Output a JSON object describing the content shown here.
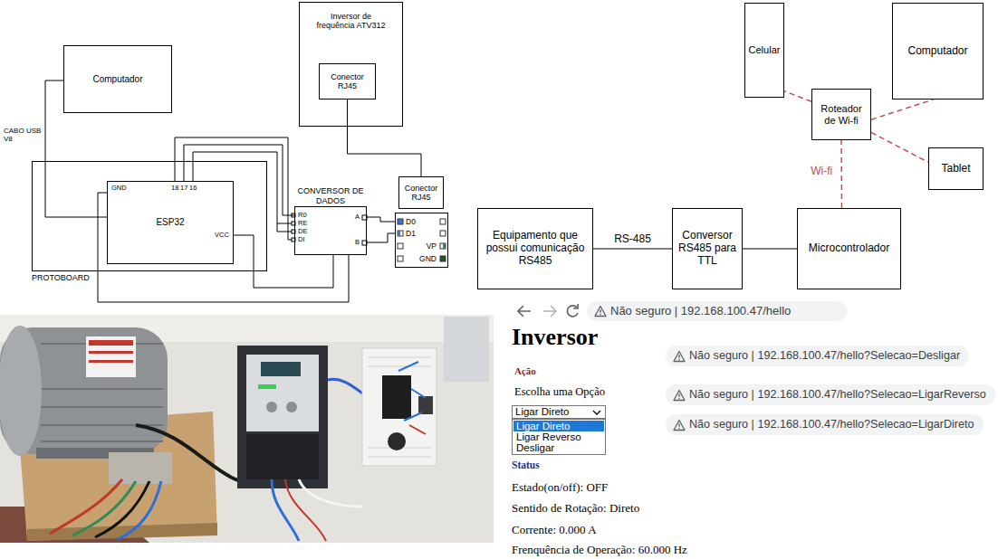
{
  "diagram": {
    "nodes": [
      {
        "text": [
          "Computador"
        ]
      },
      {
        "text": [
          "Inversor de frequência ATV312"
        ]
      },
      {
        "text": [
          "Conector RJ45"
        ],
        "in": 1
      },
      {
        "text": [
          "PROTOBOARD"
        ]
      },
      {
        "text": [
          "ESP32"
        ],
        "in": 3
      },
      {
        "text": [
          "CONVERSOR DE DADOS"
        ]
      },
      {
        "text": [
          "Conector RJ45"
        ]
      },
      {
        "text": [
          "D0",
          "D1",
          "VP",
          "GND"
        ]
      },
      {
        "text": [
          "Celular"
        ]
      },
      {
        "text": [
          "Computador"
        ]
      },
      {
        "text": [
          "Roteador de Wi-fi"
        ]
      },
      {
        "text": [
          "Tablet"
        ]
      },
      {
        "text": [
          "Equipamento que possui comunicação RS485"
        ]
      },
      {
        "text": [
          "Conversor RS485 para TTL"
        ]
      },
      {
        "text": [
          "Microcontrolador"
        ]
      },
      {
        "text": [
          "Não seguro | 192.168.100.47/hello"
        ]
      },
      {
        "text": [
          "Não seguro | 192.168.100.47/hello?Selecao=Desligar"
        ]
      },
      {
        "text": [
          "Não seguro | 192.168.100.47/hello?Selecao=LigarReverso"
        ]
      },
      {
        "text": [
          "Não seguro | 192.168.100.47/hello?Selecao=LigarDireto"
        ]
      },
      {
        "text": [
          "Ligar Direto"
        ]
      },
      {
        "text": [
          "Ligar Direto",
          "Ligar Reverso",
          "Desligar"
        ]
      }
    ],
    "edges": [
      {
        "from": 0,
        "to": 4,
        "arrow": "none"
      },
      {
        "from": 4,
        "to": 5,
        "arrow": "none"
      },
      {
        "from": 5,
        "to": 7,
        "arrow": "none"
      },
      {
        "from": 5,
        "to": 7,
        "arrow": "none"
      },
      {
        "from": 2,
        "to": 6,
        "arrow": "none"
      },
      {
        "from": 12,
        "to": 13,
        "label": "RS-485",
        "arrow": "none"
      },
      {
        "from": 13,
        "to": 14,
        "arrow": "none"
      },
      {
        "from": 14,
        "to": 10,
        "label": "Wi-fi",
        "arrow": "none"
      },
      {
        "from": 10,
        "to": 8,
        "arrow": "none"
      },
      {
        "from": 10,
        "to": 9,
        "arrow": "none"
      },
      {
        "from": 10,
        "to": 11,
        "arrow": "none"
      }
    ],
    "labels": [
      "CABO USB V8",
      "GND",
      "18",
      "17",
      "16",
      "VCC",
      "R0",
      "RE",
      "DE",
      "DI",
      "A",
      "B",
      "Inversor",
      "Ação",
      "Escolha uma Opção",
      "Status",
      "Estado(on/off): OFF",
      "Sentido de Rotação: Direto",
      "Corrente: 0.000 A",
      "Frenquência de Operação: 60.000 Hz"
    ]
  }
}
